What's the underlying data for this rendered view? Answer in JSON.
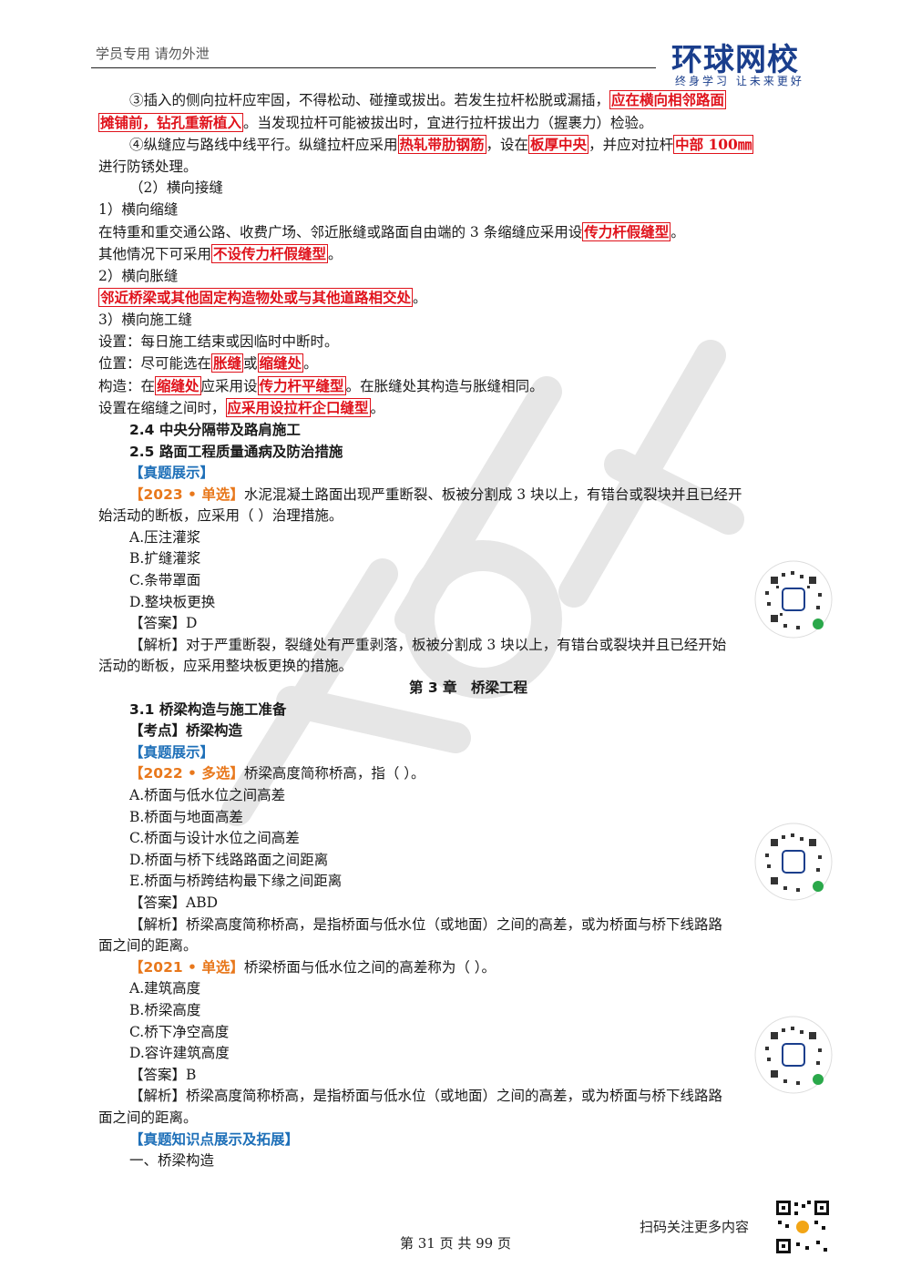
{
  "header": {
    "notice": "学员专用 请勿外泄",
    "logo_text": "环球网校",
    "logo_slogan": "终身学习 让未来更好"
  },
  "body": {
    "l1": {
      "a": "③插入的侧向拉杆应牢固，不得松动、碰撞或拔出。若发生拉杆松脱或漏插，",
      "hl": "应在横向相邻路面"
    },
    "l2": {
      "hl": "摊铺前，钻孔重新植入",
      "b": "。当发现拉杆可能被拔出时，宜进行拉杆拔出力（握裹力）检验。"
    },
    "l3": {
      "a": "④纵缝应与路线中线平行。纵缝拉杆应采用",
      "hl1": "热轧带肋钢筋",
      "b": "，设在",
      "hl2": "板厚中央",
      "c": "，并应对拉杆",
      "hl3": "中部 100㎜"
    },
    "l4": "进行防锈处理。",
    "l5": "（2）横向接缝",
    "l6": "1）横向缩缝",
    "l7": {
      "a": "在特重和重交通公路、收费广场、邻近胀缝或路面自由端的 3 条缩缝应采用设",
      "hl": "传力杆假缝型",
      "b": "。"
    },
    "l8": {
      "a": "其他情况下可采用",
      "hl": "不设传力杆假缝型",
      "b": "。"
    },
    "l9": "2）横向胀缝",
    "l10": {
      "hl": "邻近桥梁或其他固定构造物处或与其他道路相交处",
      "b": "。"
    },
    "l11": "3）横向施工缝",
    "l12": "设置：每日施工结束或因临时中断时。",
    "l13": {
      "a": "位置：尽可能选在",
      "hl1": "胀缝",
      "b": "或",
      "hl2": "缩缝处",
      "c": "。"
    },
    "l14": {
      "a": "构造：在",
      "hl1": "缩缝处",
      "b": "应采用设",
      "hl2": "传力杆平缝型",
      "c": "。在胀缝处其构造与胀缝相同。"
    },
    "l15": {
      "a": "设置在缩缝之间时，",
      "hl": "应采用设拉杆企口缝型",
      "b": "。"
    },
    "h24": "2.4 中央分隔带及路肩施工",
    "h25": "2.5 路面工程质量通病及防治措施",
    "zt1": "【真题展示】",
    "q1": {
      "tag": "【2023 • 单选】",
      "stem1": "水泥混凝土路面出现严重断裂、板被分割成 3 块以上，有错台或裂块并且已经开",
      "stem2": "始活动的断板，应采用（    ）治理措施。",
      "options": [
        "A.压注灌浆",
        "B.扩缝灌浆",
        "C.条带罩面",
        "D.整块板更换"
      ],
      "answer": "【答案】D",
      "analysis1": "【解析】对于严重断裂，裂缝处有严重剥落，板被分割成 3 块以上，有错台或裂块并且已经开始",
      "analysis2": "活动的断板，应采用整块板更换的措施。"
    },
    "chapter": "第 3 章　桥梁工程",
    "h31": "3.1 桥梁构造与施工准备",
    "kd": "【考点】桥梁构造",
    "zt2": "【真题展示】",
    "q2": {
      "tag": "【2022 • 多选】",
      "stem": "桥梁高度简称桥高，指（    ）。",
      "options": [
        "A.桥面与低水位之间高差",
        "B.桥面与地面高差",
        "C.桥面与设计水位之间高差",
        "D.桥面与桥下线路路面之间距离",
        "E.桥面与桥跨结构最下缘之间距离"
      ],
      "answer": "【答案】ABD",
      "analysis1": "【解析】桥梁高度简称桥高，是指桥面与低水位（或地面）之间的高差，或为桥面与桥下线路路",
      "analysis2": "面之间的距离。"
    },
    "q3": {
      "tag": "【2021 • 单选】",
      "stem": "桥梁桥面与低水位之间的高差称为（    ）。",
      "options": [
        "A.建筑高度",
        "B.桥梁高度",
        "C.桥下净空高度",
        "D.容许建筑高度"
      ],
      "answer": "【答案】B",
      "analysis1": "【解析】桥梁高度简称桥高，是指桥面与低水位（或地面）之间的高差，或为桥面与桥下线路路",
      "analysis2": "面之间的距离。"
    },
    "zt3": "【真题知识点展示及拓展】",
    "sec1": "一、桥梁构造"
  },
  "footer": {
    "qr_caption": "扫码关注更多内容",
    "page_label": "第 31 页 共 99 页"
  },
  "colors": {
    "highlight": "#e0121b",
    "blue_heading": "#1d6fb8",
    "orange_tag": "#e8781c",
    "logo": "#1a3e8c"
  }
}
